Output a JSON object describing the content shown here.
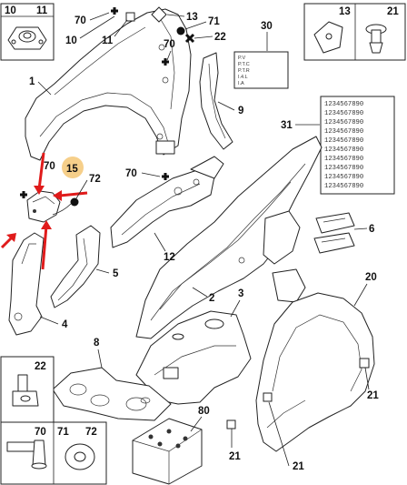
{
  "diagram": {
    "callouts": [
      {
        "id": "c10a",
        "text": "10"
      },
      {
        "id": "c11a",
        "text": "11"
      },
      {
        "id": "c70a",
        "text": "70"
      },
      {
        "id": "c10b",
        "text": "10"
      },
      {
        "id": "c11b",
        "text": "11"
      },
      {
        "id": "c13",
        "text": "13"
      },
      {
        "id": "c71",
        "text": "71"
      },
      {
        "id": "c70b",
        "text": "70"
      },
      {
        "id": "c22",
        "text": "22"
      },
      {
        "id": "c30",
        "text": "30"
      },
      {
        "id": "c13b",
        "text": "13"
      },
      {
        "id": "c21a",
        "text": "21"
      },
      {
        "id": "c1",
        "text": "1"
      },
      {
        "id": "c9",
        "text": "9"
      },
      {
        "id": "c31",
        "text": "31"
      },
      {
        "id": "c70c",
        "text": "70"
      },
      {
        "id": "c15",
        "text": "15"
      },
      {
        "id": "c72",
        "text": "72"
      },
      {
        "id": "c70d",
        "text": "70"
      },
      {
        "id": "c12",
        "text": "12"
      },
      {
        "id": "c6",
        "text": "6"
      },
      {
        "id": "c5",
        "text": "5"
      },
      {
        "id": "c20",
        "text": "20"
      },
      {
        "id": "c3",
        "text": "3"
      },
      {
        "id": "c2",
        "text": "2"
      },
      {
        "id": "c4",
        "text": "4"
      },
      {
        "id": "c8",
        "text": "8"
      },
      {
        "id": "c21b",
        "text": "21"
      },
      {
        "id": "c22b",
        "text": "22"
      },
      {
        "id": "c80",
        "text": "80"
      },
      {
        "id": "c70e",
        "text": "70"
      },
      {
        "id": "c71b",
        "text": "71"
      },
      {
        "id": "c72b",
        "text": "72"
      },
      {
        "id": "c21c",
        "text": "21"
      },
      {
        "id": "c21d",
        "text": "21"
      }
    ],
    "label_30_rows": [
      "P.V",
      "P.T.C",
      "P.T.R",
      "I.4.L",
      "I.A"
    ],
    "label_31_rows": [
      "1234567890",
      "1234567890",
      "1234567890",
      "1234567890",
      "1234567890",
      "1234567890",
      "1234567890",
      "1234567890",
      "1234567890",
      "1234567890"
    ]
  }
}
